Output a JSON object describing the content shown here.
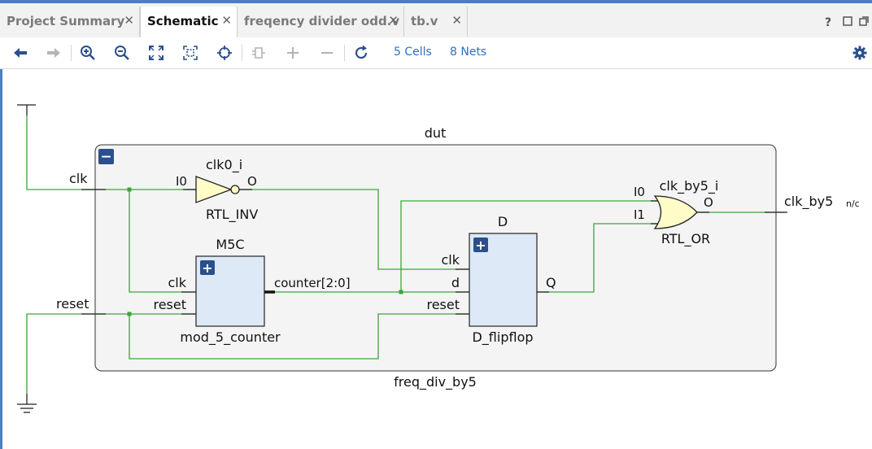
{
  "tabs": [
    {
      "label": "Project Summary"
    },
    {
      "label": "Schematic"
    },
    {
      "label": "freqency divider odd.v"
    },
    {
      "label": "tb.v"
    }
  ],
  "window_controls": {
    "help": "?"
  },
  "toolbar": {
    "cells": "5 Cells",
    "nets": "8 Nets"
  },
  "icons": [
    "back-icon",
    "forward-icon",
    "zoom-in-icon",
    "zoom-out-icon",
    "zoom-fit-icon",
    "zoom-area-icon",
    "crosshair-icon",
    "collapse-icon",
    "expand-icon",
    "remove-icon",
    "refresh-icon",
    "gear-icon"
  ],
  "schematic": {
    "top_instance": "dut",
    "top_module": "freq_div_by5",
    "collapse_symbol": "−",
    "expand_symbol": "+",
    "ports": {
      "clk": "clk",
      "reset": "reset",
      "out": "clk_by5",
      "nc": "n/c"
    },
    "inv": {
      "instance": "clk0_i",
      "type": "RTL_INV",
      "in": "I0",
      "out": "O"
    },
    "counter": {
      "instance": "M5C",
      "type": "mod_5_counter",
      "clk": "clk",
      "reset": "reset",
      "bus": "counter[2:0]"
    },
    "dff": {
      "instance": "D",
      "type": "D_flipflop",
      "clk": "clk",
      "d": "d",
      "reset": "reset",
      "q": "Q"
    },
    "or": {
      "instance": "clk_by5_i",
      "type": "RTL_OR",
      "in0": "I0",
      "in1": "I1",
      "out": "O"
    }
  },
  "colors": {
    "wire": "#3aa63a",
    "cell_fill": "#dde9f7",
    "gate_fill": "#fffcc8",
    "hier_fill": "#f4f4f4",
    "accent": "#2b4f8c"
  }
}
